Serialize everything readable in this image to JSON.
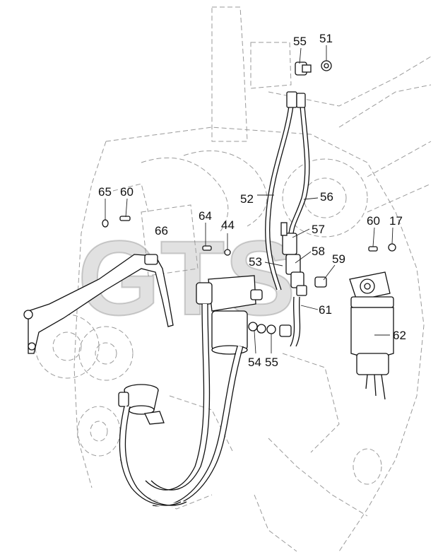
{
  "diagram": {
    "watermark_text": "GTS",
    "callouts": [
      {
        "id": "c55a",
        "text": "55"
      },
      {
        "id": "c51",
        "text": "51"
      },
      {
        "id": "c65",
        "text": "65"
      },
      {
        "id": "c60a",
        "text": "60"
      },
      {
        "id": "c52",
        "text": "52"
      },
      {
        "id": "c56",
        "text": "56"
      },
      {
        "id": "c64",
        "text": "64"
      },
      {
        "id": "c44",
        "text": "44"
      },
      {
        "id": "c66",
        "text": "66"
      },
      {
        "id": "c57",
        "text": "57"
      },
      {
        "id": "c60b",
        "text": "60"
      },
      {
        "id": "c17",
        "text": "17"
      },
      {
        "id": "c58",
        "text": "58"
      },
      {
        "id": "c53",
        "text": "53"
      },
      {
        "id": "c59",
        "text": "59"
      },
      {
        "id": "c61",
        "text": "61"
      },
      {
        "id": "c62",
        "text": "62"
      },
      {
        "id": "c54",
        "text": "54"
      },
      {
        "id": "c55b",
        "text": "55"
      }
    ]
  }
}
